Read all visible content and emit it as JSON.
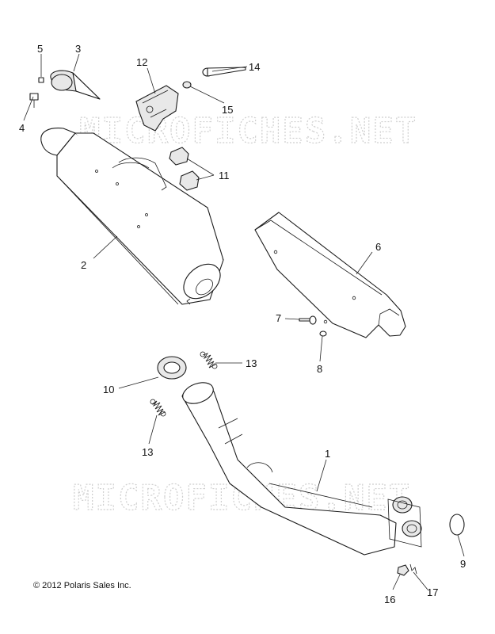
{
  "watermark": "MICROFICHES.NET",
  "copyright": "© 2012 Polaris Sales Inc.",
  "callouts": {
    "c1": "1",
    "c2": "2",
    "c3": "3",
    "c4": "4",
    "c5": "5",
    "c6": "6",
    "c7": "7",
    "c8": "8",
    "c9": "9",
    "c10": "10",
    "c11": "11",
    "c12": "12",
    "c13a": "13",
    "c13b": "13",
    "c14": "14",
    "c15": "15",
    "c16": "16",
    "c17": "17"
  }
}
